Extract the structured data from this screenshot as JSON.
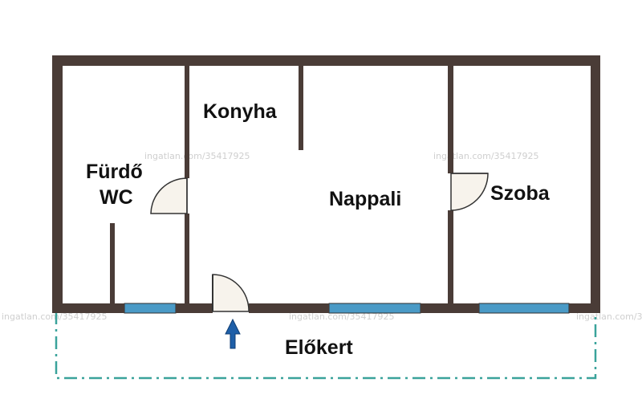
{
  "rooms": {
    "konyha": "Konyha",
    "furdo_line1": "Fürdő",
    "furdo_line2": "WC",
    "nappali": "Nappali",
    "szoba": "Szoba",
    "elokert": "Előkert"
  },
  "watermark": "ingatlan.com/35417925",
  "colors": {
    "wall": "#4a3c37",
    "window": "#4a9ac6",
    "door_fill": "#f7f3ec",
    "door_stroke": "#333333",
    "garden_line": "#3aa39b",
    "entrance_arrow": "#1e5fa8"
  },
  "icons": {
    "entrance": "arrow-up-icon"
  }
}
